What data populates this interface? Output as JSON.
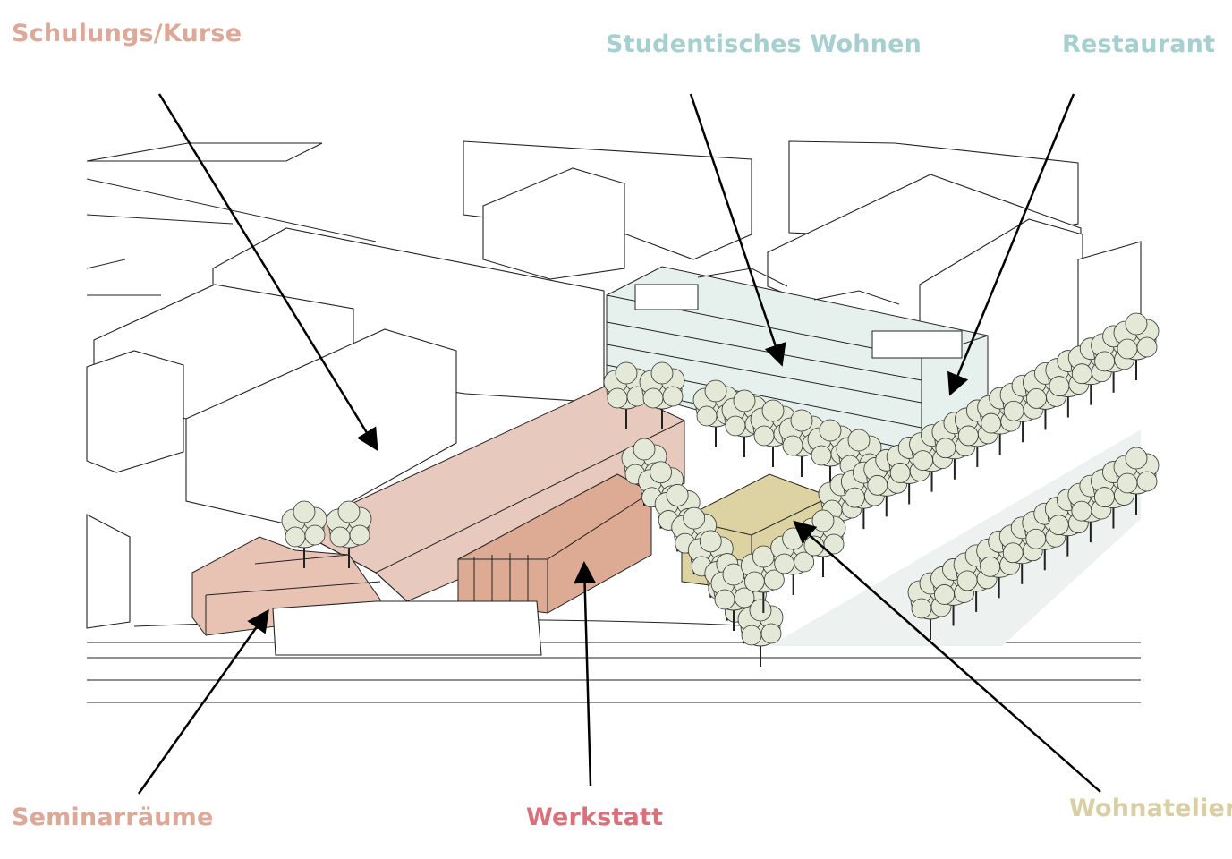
{
  "labels": {
    "schulungen": "Schulungs/Kurse",
    "studentisches_wohnen": "Studentisches Wohnen",
    "restaurant": "Restaurant",
    "seminarraeume": "Seminarräume",
    "werkstatt": "Werkstatt",
    "wohnatelier": "Wohnatelier"
  },
  "colors": {
    "schulungen": "#dca897",
    "studentisches_wohnen": "#a6cfd0",
    "restaurant": "#a6cfd0",
    "seminarraeume": "#dca897",
    "werkstatt": "#da717a",
    "wohnatelier": "#d9cfa2",
    "hall_fill": "#e8c9bd",
    "workshop_fill": "#ddaa94",
    "atelier_fill": "#ddd3a2",
    "housing_fill": "#e6f1ee",
    "tree_fill": "#e4e8d6"
  }
}
